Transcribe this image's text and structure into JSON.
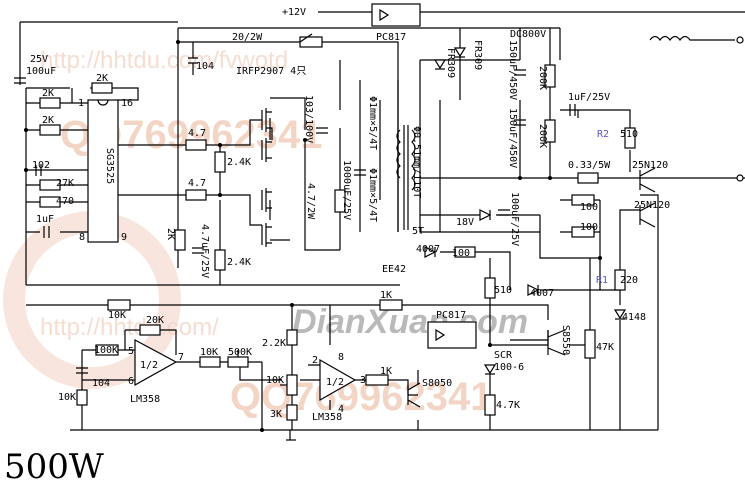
{
  "title": "500W",
  "watermarks": {
    "brand": "DianXuan.com",
    "contact_top": "QQ769962341",
    "contact_bottom": "QQ769962341",
    "url_top": "http://hhtdu.com/fvwotd",
    "url_bottom": "http://hhtdu.com/"
  },
  "labels": {
    "v12": "+12V",
    "pc817_top": "PC817",
    "pc817_mid": "PC817",
    "r_20_2w": "20/2W",
    "irfp": "IRFP2907 4只",
    "c104_top": "104",
    "c25v": "25V",
    "c100uf": "100uF",
    "r2k_top": "2K",
    "r2k_a": "2K",
    "r2k_b": "2K",
    "ic_name": "SG3525",
    "pin1": "1",
    "pin16": "16",
    "pin8": "8",
    "pin9": "9",
    "c102": "102",
    "r27k": "27K",
    "r470": "470",
    "c1uf": "1uF",
    "r47_a": "4.7",
    "r47_b": "4.7",
    "r24k_a": "2.4K",
    "r24k_b": "2.4K",
    "c103": "103/100V",
    "r47_2w": "4.7/2W",
    "c1000": "1000uF/25V",
    "c47_25": "4.7uF/25V",
    "r2k_mid": "2K",
    "wind1": "Φ1mm×5/4T",
    "wind2": "Φ1mm×5/4T",
    "wind3": "Φ0.51mm/110T",
    "wind4": "5T",
    "core": "EE42",
    "dc800": "DC800V",
    "fr309_a": "FR309",
    "fr309_b": "FR309",
    "c150_a": "150uF/450V",
    "c150_b": "150uF/450V",
    "r200k_a": "200K",
    "r200k_b": "200K",
    "c1uf25": "1uF/25V",
    "r2": "R2",
    "r510_top": "510",
    "r033": "0.33/5W",
    "q25n_a": "25N120",
    "q25n_b": "25N120",
    "z18v": "18V",
    "d4007_a": "4007",
    "r100_a": "100",
    "c100uf25": "100uF/25V",
    "r100_b": "100",
    "r100_c": "100",
    "r1": "R1",
    "r220": "220",
    "r510_mid": "510",
    "d4007_b": "4007",
    "d4148": "4148",
    "s8550": "S8550",
    "r47k": "47K",
    "scr": "SCR",
    "scr_v": "100-6",
    "r47k2": "4.7K",
    "r1k_a": "1K",
    "r1k_b": "1K",
    "s8050": "S8050",
    "r10k_a": "10K",
    "r20k": "20K",
    "r100k": "100K",
    "c104_bot": "104",
    "op_a": "1/2",
    "op_b": "1/2",
    "pin5": "5",
    "pin6": "6",
    "pin7": "7",
    "pin8b": "8",
    "pin2": "2",
    "pin3": "3",
    "pin4": "4",
    "lm358_a": "LM358",
    "lm358_b": "LM358",
    "r10k_b": "10K",
    "r500k": "500K",
    "r22k": "2.2K",
    "r10k_c": "10K",
    "r3k": "3K",
    "r10k_d": "10K"
  }
}
